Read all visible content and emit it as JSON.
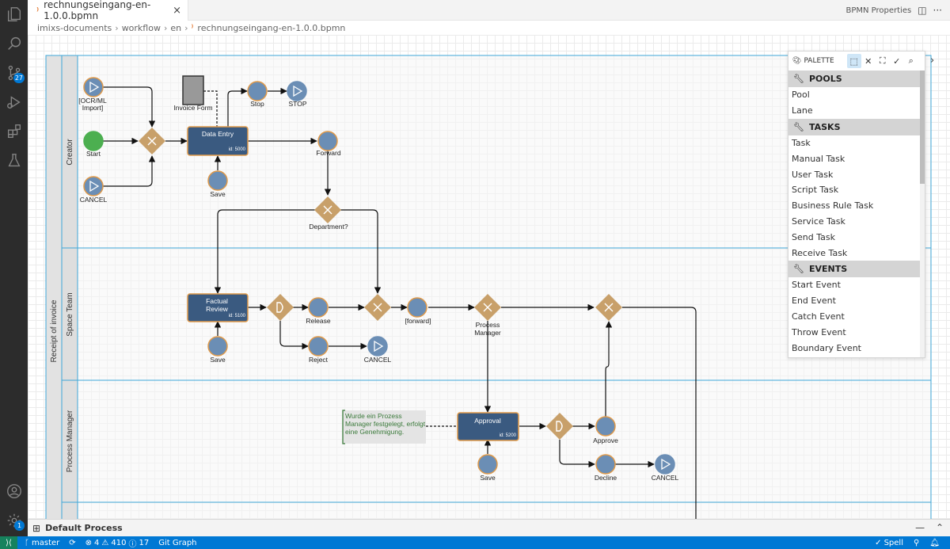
{
  "tab": {
    "name": "rechnungseingang-en-1.0.0.bpmn",
    "close": "×"
  },
  "header_right": {
    "label": "BPMN Properties"
  },
  "breadcrumb": [
    "imixs-documents",
    "workflow",
    "en",
    "rechnungseingang-en-1.0.0.bpmn"
  ],
  "activity": {
    "scm_badge": "27",
    "settings_badge": "1"
  },
  "diagram": {
    "pool_label": "Receipt of invoice",
    "lanes": [
      "Creator",
      "Space Team",
      "Process Manager"
    ],
    "events": {
      "ocr_import": "[OCR/ML Import]",
      "start": "Start",
      "cancel_1": "CANCEL",
      "stop_event": "Stop",
      "stop_end": "STOP",
      "save_1": "Save",
      "forward_1": "Forward",
      "save_2": "Save",
      "release": "Release",
      "reject": "Reject",
      "cancel_2": "CANCEL",
      "forward_2": "[forward]",
      "save_3": "Save",
      "approve": "Approve",
      "decline": "Decline",
      "cancel_3": "CANCEL"
    },
    "data_object": "Invoice Form",
    "tasks": {
      "data_entry": {
        "name": "Data Entry",
        "id": "id: 5000"
      },
      "factual_review": {
        "name_line1": "Factual",
        "name_line2": "Review",
        "id": "id: 5100"
      },
      "approval": {
        "name": "Approval",
        "id": "id: 5200"
      }
    },
    "gateways": {
      "department": "Department?",
      "process_manager_l1": "Process",
      "process_manager_l2": "Manager"
    },
    "annotation": [
      "Wurde ein Prozess",
      "Manager festgelegt, erfolgt",
      "eine Genehmigung."
    ]
  },
  "palette": {
    "title": "PALETTE",
    "categories": [
      {
        "name": "POOLS",
        "items": [
          "Pool",
          "Lane"
        ]
      },
      {
        "name": "TASKS",
        "items": [
          "Task",
          "Manual Task",
          "User Task",
          "Script Task",
          "Business Rule Task",
          "Service Task",
          "Send Task",
          "Receive Task"
        ]
      },
      {
        "name": "EVENTS",
        "items": [
          "Start Event",
          "End Event",
          "Catch Event",
          "Throw Event",
          "Boundary Event"
        ]
      }
    ]
  },
  "panel": {
    "title": "Default Process"
  },
  "status": {
    "branch": "master",
    "errors": "4",
    "warnings": "410",
    "info": "17",
    "git_graph": "Git Graph",
    "spell": "Spell"
  },
  "colors": {
    "accent": "#0078d4",
    "task_fill": "#3a5a80",
    "task_border": "#e09a4a",
    "event_fill": "#6b8eb5",
    "gateway_fill": "#c8a06a",
    "start_fill": "#4caf50",
    "lane_border": "#3fa7d8"
  }
}
